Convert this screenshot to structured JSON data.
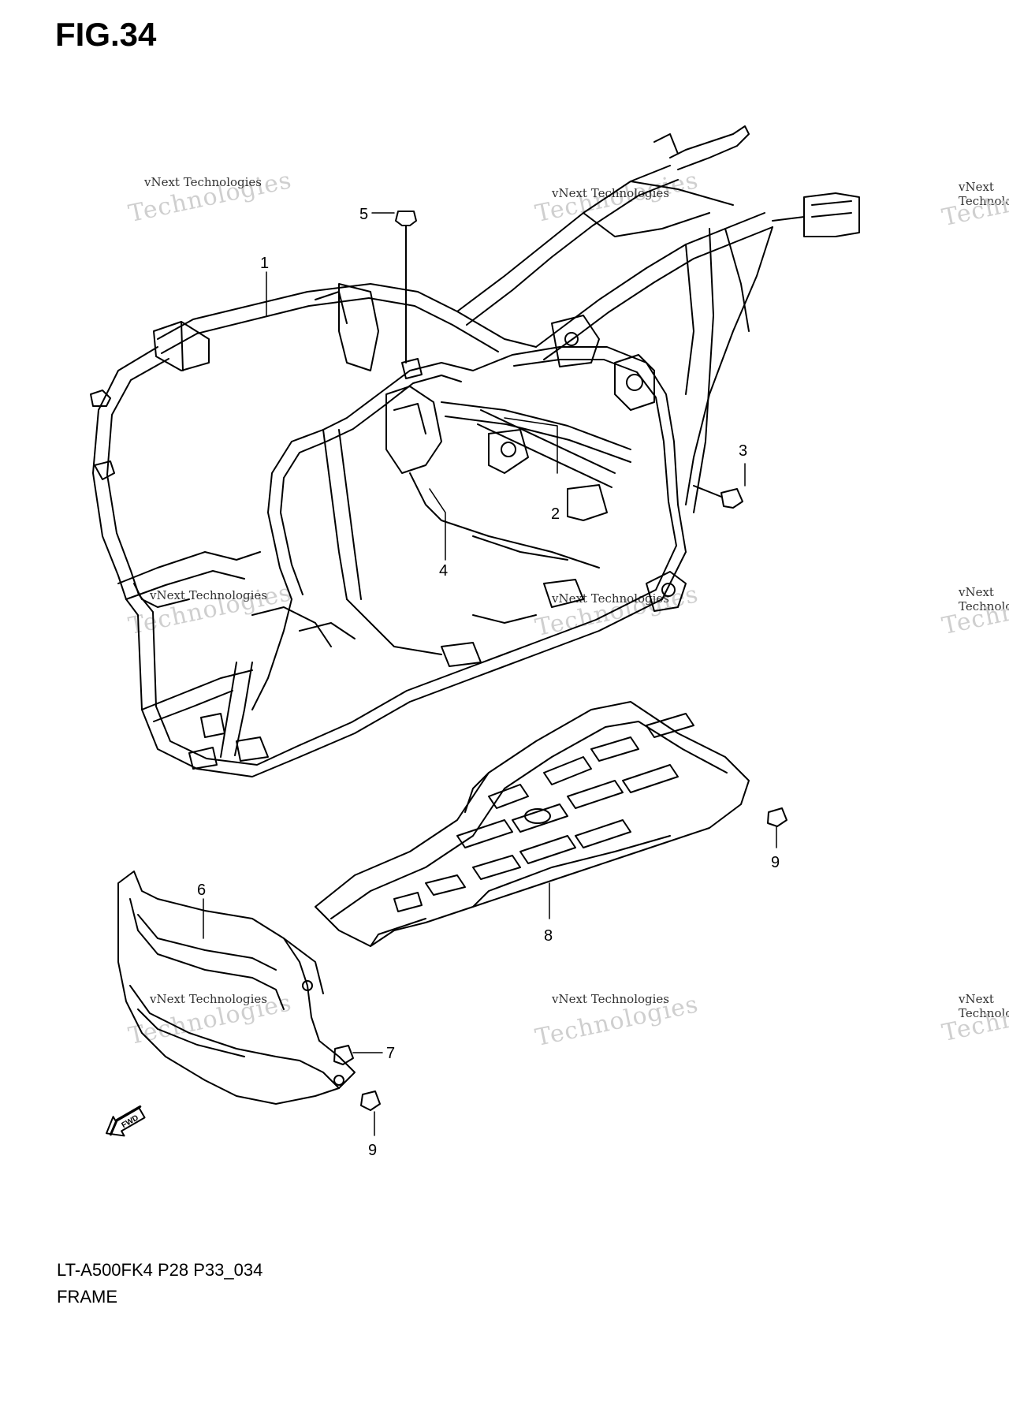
{
  "figure": {
    "title": "FIG.34",
    "model_code": "LT-A500FK4 P28 P33_034",
    "section_name": "FRAME"
  },
  "callouts": [
    {
      "label": "1"
    },
    {
      "label": "2"
    },
    {
      "label": "3"
    },
    {
      "label": "4"
    },
    {
      "label": "5"
    },
    {
      "label": "6"
    },
    {
      "label": "7"
    },
    {
      "label": "8"
    },
    {
      "label": "9"
    },
    {
      "label": "9"
    }
  ],
  "watermark": {
    "small_text": "vNext Technologies",
    "big_text": "Technologies",
    "vnext_text": "vNext"
  },
  "direction_badge": {
    "text": "FWD"
  },
  "colors": {
    "line": "#000000",
    "watermark": "#c8c8c8"
  }
}
